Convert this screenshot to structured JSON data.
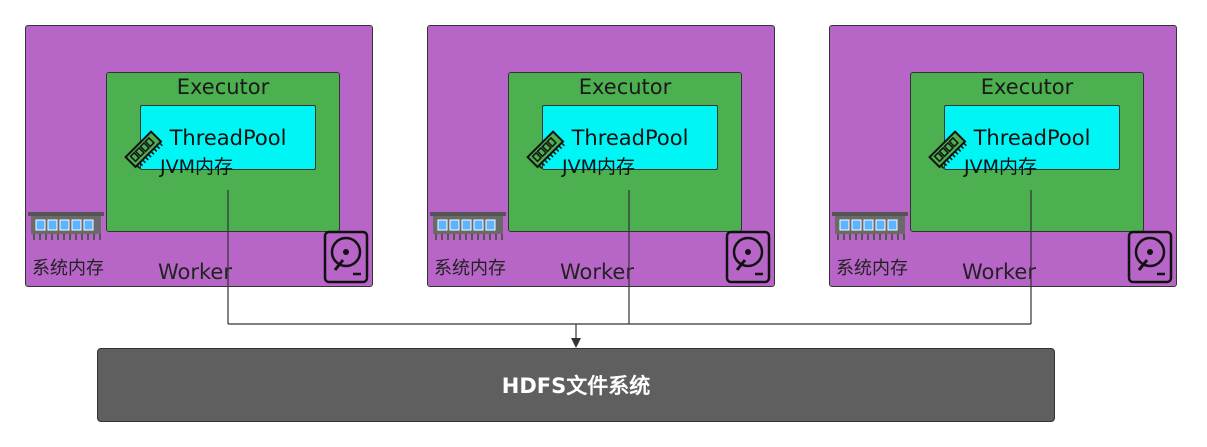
{
  "workers": [
    {
      "label": "Worker",
      "executor_label": "Executor",
      "pool_label": "ThreadPool",
      "jvm_label": "JVM内存",
      "mem_label": "系统内存"
    },
    {
      "label": "Worker",
      "executor_label": "Executor",
      "pool_label": "ThreadPool",
      "jvm_label": "JVM内存",
      "mem_label": "系统内存"
    },
    {
      "label": "Worker",
      "executor_label": "Executor",
      "pool_label": "ThreadPool",
      "jvm_label": "JVM内存",
      "mem_label": "系统内存"
    }
  ],
  "storage": {
    "label": "HDFS文件系统"
  },
  "icons": {
    "ram": "ram-icon",
    "memory": "memory-module-icon",
    "disk": "hard-disk-icon"
  },
  "colors": {
    "worker": "#b865c8",
    "executor": "#4caf50",
    "pool": "#00f5f5",
    "storage": "#5f5f5f"
  }
}
